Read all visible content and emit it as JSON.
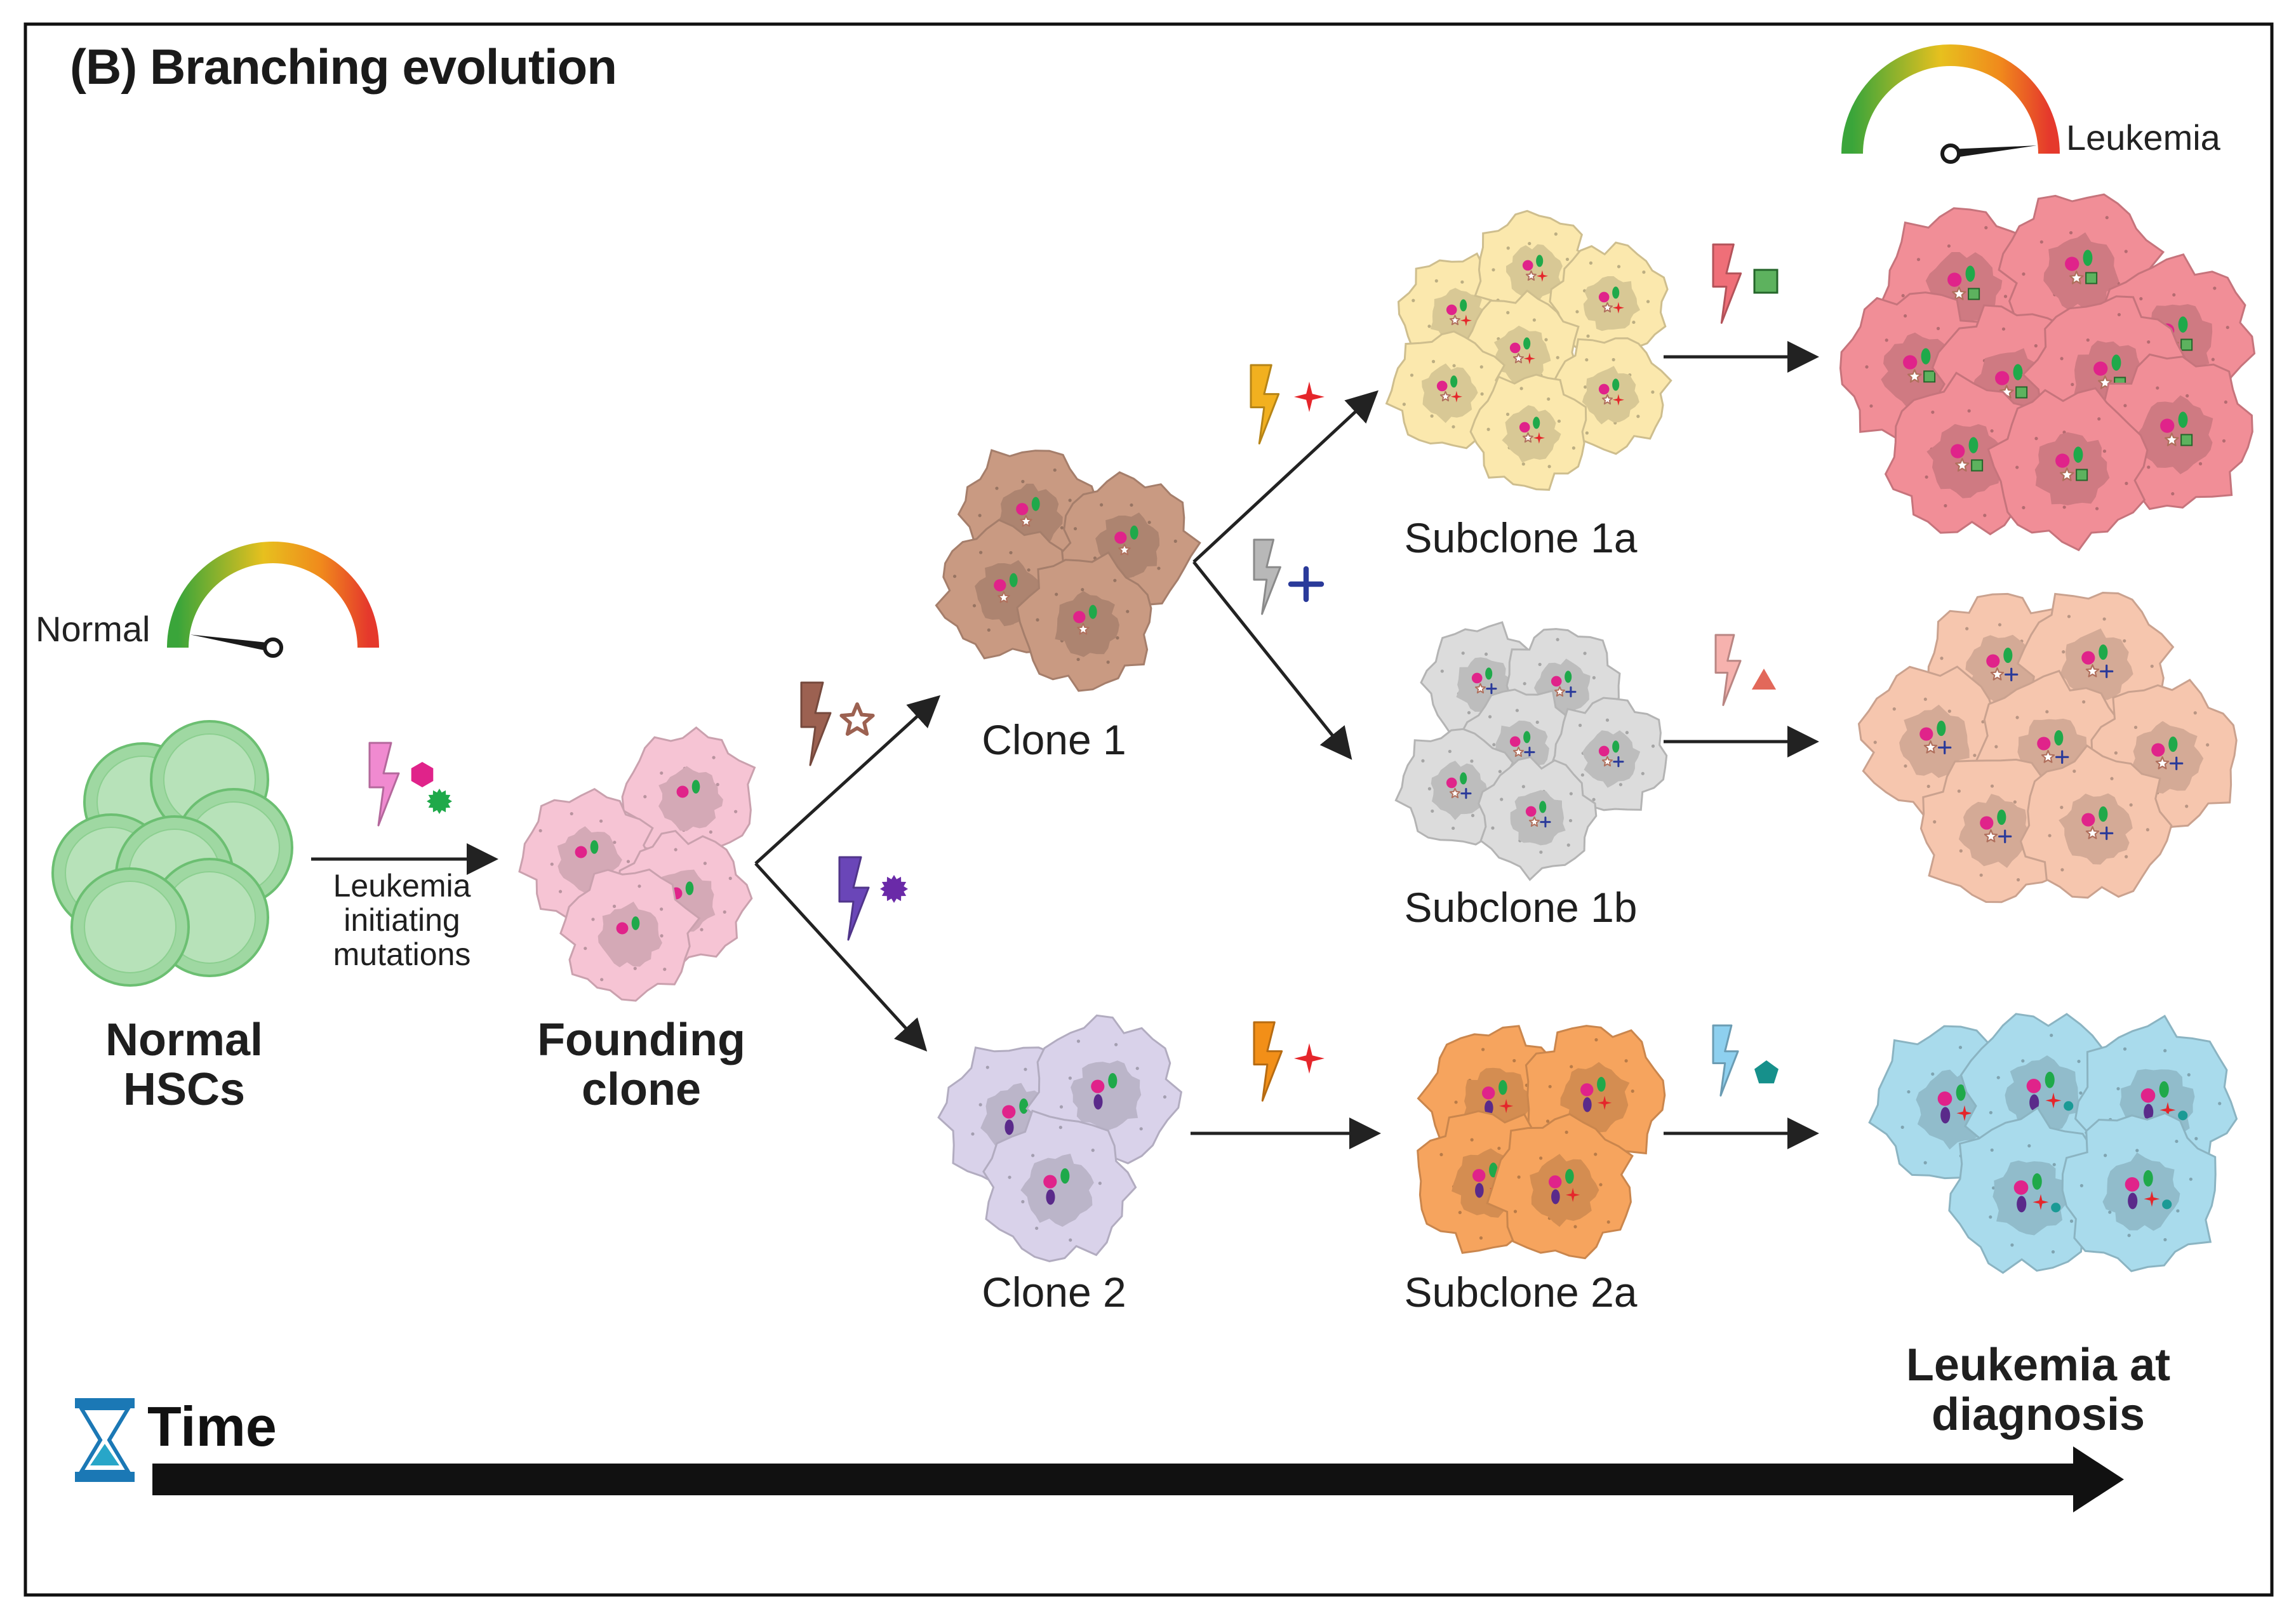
{
  "title": "(B) Branching evolution",
  "gauges": {
    "normal_label": "Normal",
    "leukemia_label": "Leukemia",
    "normal_level": 0.05,
    "leukemia_level": 0.97
  },
  "arrow_caption": "Leukemia\ninitiating\nmutations",
  "stages": {
    "normal_hscs": "Normal\nHSCs",
    "founding_clone": "Founding\nclone",
    "clone1": "Clone 1",
    "clone2": "Clone 2",
    "subclone1a": "Subclone 1a",
    "subclone1b": "Subclone 1b",
    "subclone2a": "Subclone 2a",
    "leukemia_at_diagnosis": "Leukemia at\ndiagnosis"
  },
  "timeline": {
    "label": "Time"
  },
  "colors": {
    "hsc": "#9fd8a2",
    "founding": "#f6c4d4",
    "clone1": "#c99a82",
    "clone2": "#d9d2ea",
    "subclone1a": "#fbe8ad",
    "subclone1b": "#dcdcdc",
    "subclone2a": "#f6a45e",
    "final1a": "#f18e97",
    "final1b": "#f6c6ae",
    "final2a": "#a9dbec",
    "bolt_founding": "#f08ad0",
    "bolt_clone1": "#9c6151",
    "bolt_clone2": "#6a46b8",
    "bolt_sub1a": "#f2b01f",
    "bolt_sub1b": "#b8b8b8",
    "bolt_final1a": "#ef6f78",
    "bolt_final1b": "#f6b2ae",
    "bolt_sub2a": "#f28f18",
    "bolt_final2a": "#8ed0ef"
  },
  "mutation_icons": {
    "founding": [
      "magenta-hexagon-icon",
      "green-burst-icon"
    ],
    "clone1": [
      "hollow-star-icon"
    ],
    "clone2": [
      "purple-burst-icon"
    ],
    "subclone1a": [
      "red-four-point-star-icon"
    ],
    "subclone1b": [
      "blue-plus-icon"
    ],
    "final1a": [
      "green-square-icon"
    ],
    "final1b": [
      "red-triangle-icon"
    ],
    "subclone2a": [
      "red-four-point-star-icon"
    ],
    "final2a": [
      "teal-pentagon-icon"
    ]
  }
}
